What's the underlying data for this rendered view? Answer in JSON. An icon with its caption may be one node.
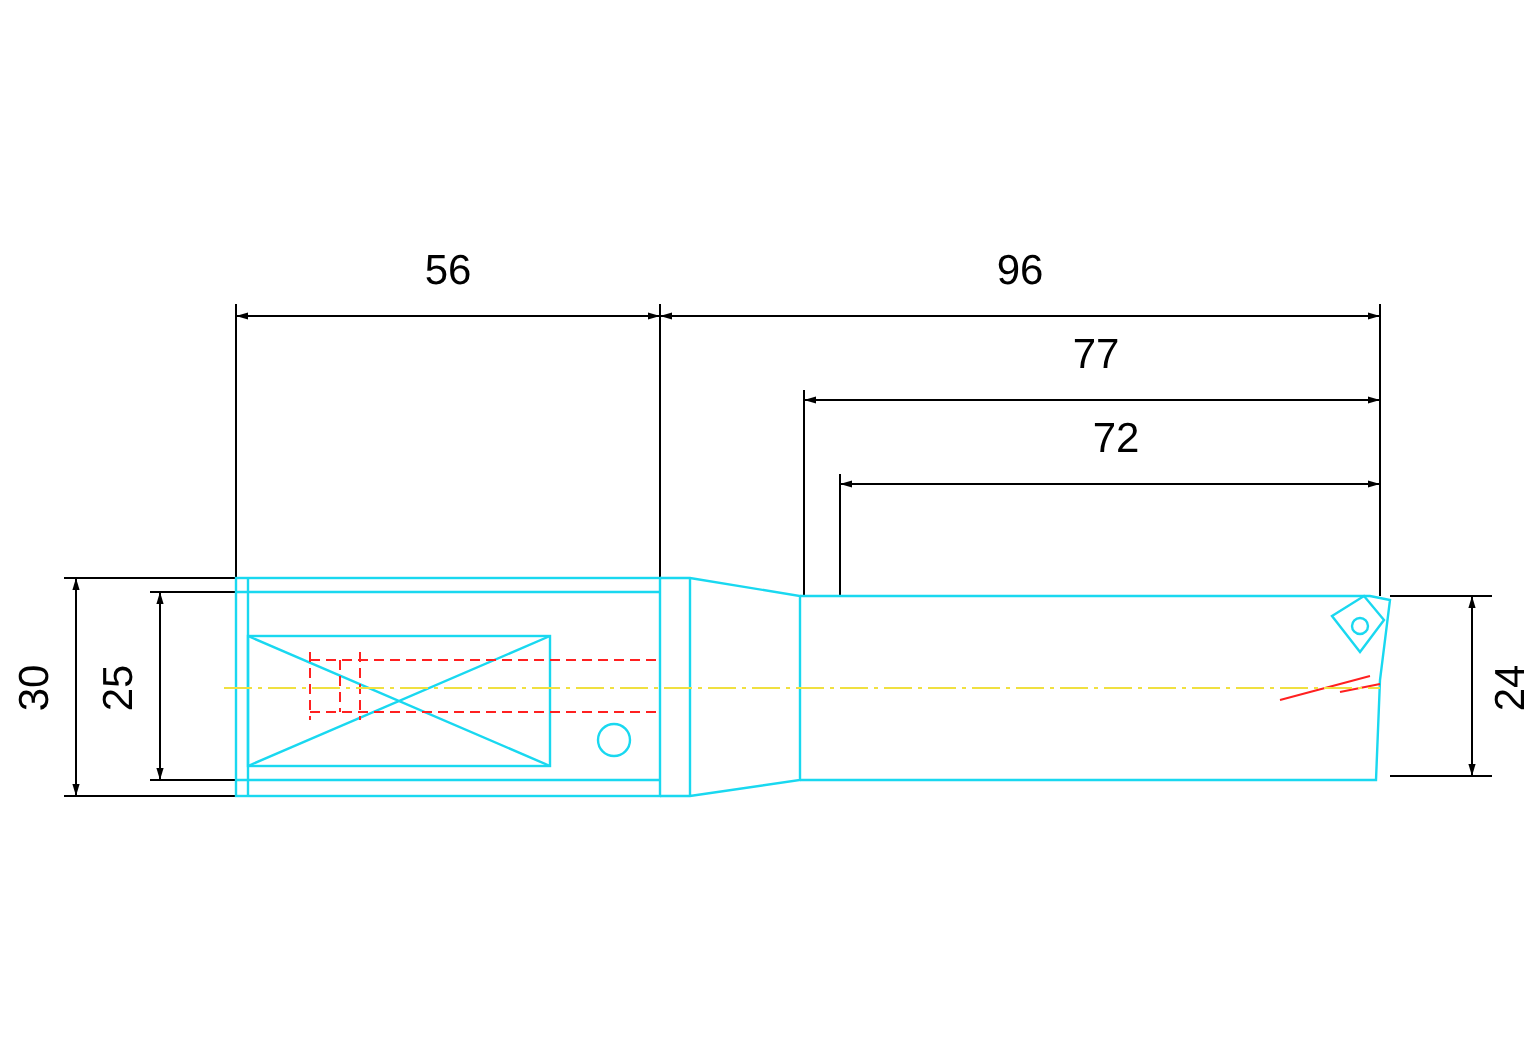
{
  "diagram": {
    "labels": [
      "56",
      "96",
      "77",
      "72",
      "30",
      "25",
      "24"
    ]
  }
}
